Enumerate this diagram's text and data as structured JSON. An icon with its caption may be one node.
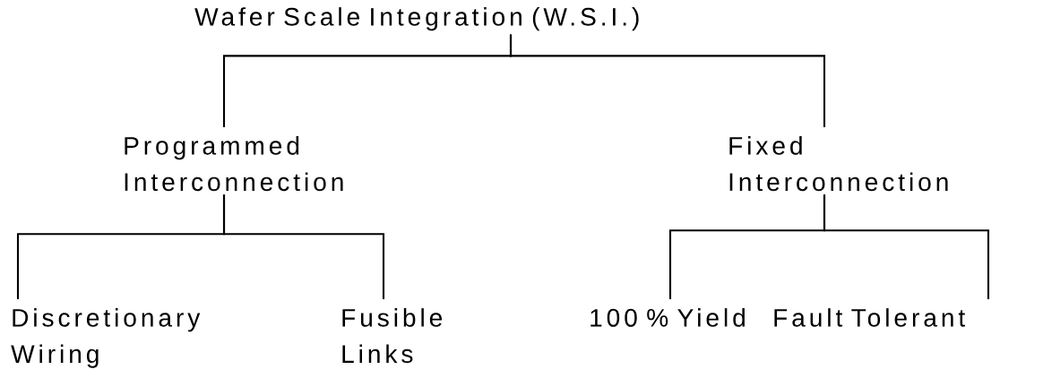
{
  "diagram": {
    "nodes": [
      {
        "text": [
          "Wafer Scale Integration (W.S.I.)"
        ]
      },
      {
        "text": [
          "Programmed Interconnection"
        ]
      },
      {
        "text": [
          "Fixed Interconnection"
        ]
      },
      {
        "text": [
          "Discretionary Wiring"
        ]
      },
      {
        "text": [
          "Fusible Links"
        ]
      },
      {
        "text": [
          "100 % Yield"
        ]
      },
      {
        "text": [
          "Fault Tolerant"
        ]
      }
    ],
    "edges": [
      {
        "from": 0,
        "to": 1,
        "arrow": "none"
      },
      {
        "from": 0,
        "to": 2,
        "arrow": "none"
      },
      {
        "from": 1,
        "to": 3,
        "arrow": "none"
      },
      {
        "from": 1,
        "to": 4,
        "arrow": "none"
      },
      {
        "from": 2,
        "to": 5,
        "arrow": "none"
      },
      {
        "from": 2,
        "to": 6,
        "arrow": "none"
      }
    ]
  }
}
